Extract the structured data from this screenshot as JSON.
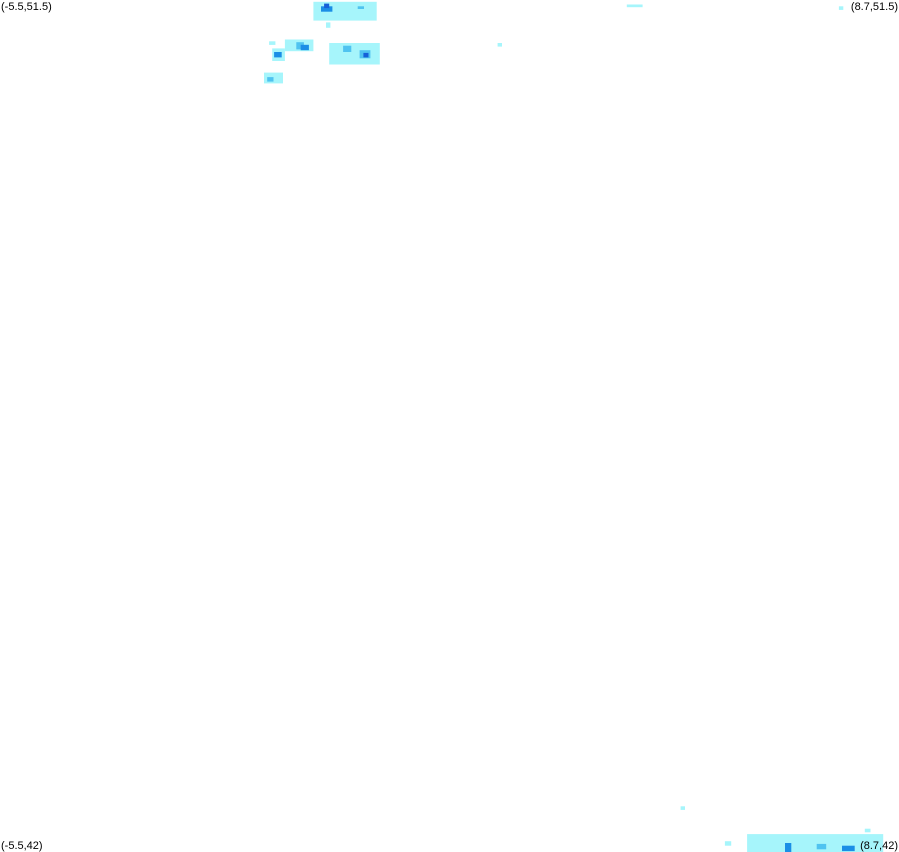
{
  "map": {
    "corners": {
      "top_left": "(-5.5,51.5)",
      "top_right": "(8.7,51.5)",
      "bottom_left": "(-5.5,42)",
      "bottom_right": "(8.7,42)"
    },
    "bounds": {
      "lon_min": -5.5,
      "lon_max": 8.7,
      "lat_min": 42,
      "lat_max": 51.5
    },
    "colors": {
      "background": "#ffffff",
      "light": "#a6f5fb",
      "medium": "#4fc3f0",
      "strong": "#1a8ee6",
      "intense": "#1560d8"
    },
    "echoes": [
      {
        "lon": -0.55,
        "lat": 51.48,
        "lon2": 0.45,
        "lat2": 51.27,
        "intensity": "light"
      },
      {
        "lon": -0.43,
        "lat": 51.43,
        "lon2": -0.25,
        "lat2": 51.37,
        "intensity": "strong"
      },
      {
        "lon": -0.38,
        "lat": 51.46,
        "lon2": -0.3,
        "lat2": 51.41,
        "intensity": "intense"
      },
      {
        "lon": 0.15,
        "lat": 51.43,
        "lon2": 0.25,
        "lat2": 51.4,
        "intensity": "medium"
      },
      {
        "lon": -0.35,
        "lat": 51.25,
        "lon2": -0.28,
        "lat2": 51.19,
        "intensity": "light"
      },
      {
        "lon": -1.25,
        "lat": 51.04,
        "lon2": -1.15,
        "lat2": 51.0,
        "intensity": "light"
      },
      {
        "lon": -1.0,
        "lat": 51.06,
        "lon2": -0.55,
        "lat2": 50.93,
        "intensity": "light"
      },
      {
        "lon": -0.82,
        "lat": 51.03,
        "lon2": -0.7,
        "lat2": 50.95,
        "intensity": "medium"
      },
      {
        "lon": -0.75,
        "lat": 51.0,
        "lon2": -0.62,
        "lat2": 50.94,
        "intensity": "strong"
      },
      {
        "lon": -1.2,
        "lat": 50.96,
        "lon2": -1.0,
        "lat2": 50.82,
        "intensity": "light"
      },
      {
        "lon": -1.17,
        "lat": 50.92,
        "lon2": -1.05,
        "lat2": 50.86,
        "intensity": "strong"
      },
      {
        "lon": -0.3,
        "lat": 51.02,
        "lon2": 0.5,
        "lat2": 50.78,
        "intensity": "light"
      },
      {
        "lon": -0.08,
        "lat": 50.99,
        "lon2": 0.05,
        "lat2": 50.92,
        "intensity": "medium"
      },
      {
        "lon": 0.18,
        "lat": 50.94,
        "lon2": 0.35,
        "lat2": 50.85,
        "intensity": "medium"
      },
      {
        "lon": 0.24,
        "lat": 50.91,
        "lon2": 0.32,
        "lat2": 50.86,
        "intensity": "intense"
      },
      {
        "lon": -1.33,
        "lat": 50.69,
        "lon2": -1.03,
        "lat2": 50.57,
        "intensity": "light"
      },
      {
        "lon": -1.28,
        "lat": 50.64,
        "lon2": -1.18,
        "lat2": 50.59,
        "intensity": "medium"
      },
      {
        "lon": 2.36,
        "lat": 51.02,
        "lon2": 2.43,
        "lat2": 50.98,
        "intensity": "light"
      },
      {
        "lon": 4.4,
        "lat": 51.45,
        "lon2": 4.65,
        "lat2": 51.42,
        "intensity": "light"
      },
      {
        "lon": 7.75,
        "lat": 51.43,
        "lon2": 7.82,
        "lat2": 51.39,
        "intensity": "light"
      },
      {
        "lon": 5.25,
        "lat": 42.51,
        "lon2": 5.32,
        "lat2": 42.47,
        "intensity": "light"
      },
      {
        "lon": 6.3,
        "lat": 42.2,
        "lon2": 8.45,
        "lat2": 41.99,
        "intensity": "light"
      },
      {
        "lon": 6.9,
        "lat": 42.1,
        "lon2": 7.0,
        "lat2": 42.0,
        "intensity": "strong"
      },
      {
        "lon": 7.4,
        "lat": 42.09,
        "lon2": 7.55,
        "lat2": 42.03,
        "intensity": "medium"
      },
      {
        "lon": 7.8,
        "lat": 42.07,
        "lon2": 8.0,
        "lat2": 42.01,
        "intensity": "strong"
      },
      {
        "lon": 8.16,
        "lat": 42.26,
        "lon2": 8.25,
        "lat2": 42.22,
        "intensity": "light"
      },
      {
        "lon": 5.95,
        "lat": 42.12,
        "lon2": 6.05,
        "lat2": 42.07,
        "intensity": "light"
      }
    ]
  }
}
